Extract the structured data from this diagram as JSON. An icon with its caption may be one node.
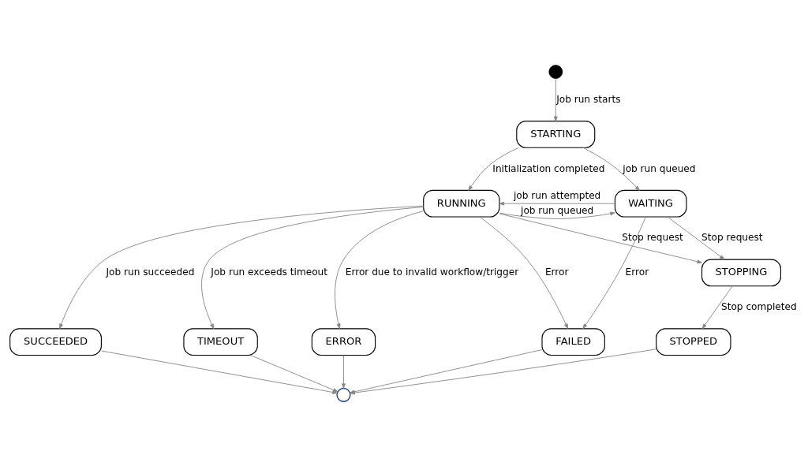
{
  "diagram": {
    "nodes": [
      {
        "text": [],
        "shape": "circle"
      },
      {
        "text": [
          "STARTING"
        ]
      },
      {
        "text": [
          "RUNNING"
        ]
      },
      {
        "text": [
          "WAITING"
        ]
      },
      {
        "text": [
          "STOPPING"
        ]
      },
      {
        "text": [
          "SUCCEEDED"
        ]
      },
      {
        "text": [
          "STOPPED"
        ]
      },
      {
        "text": [
          "FAILED"
        ]
      },
      {
        "text": [
          "TIMEOUT"
        ]
      },
      {
        "text": [
          "ERROR"
        ]
      },
      {
        "text": [],
        "shape": "circle"
      }
    ],
    "edges": [
      {
        "from": 0,
        "to": 1,
        "arrow": "to",
        "label": "Job run starts"
      },
      {
        "from": 1,
        "to": 2,
        "arrow": "to",
        "label": "Initialization completed"
      },
      {
        "from": 1,
        "to": 3,
        "arrow": "to",
        "label": "job run queued"
      },
      {
        "from": 2,
        "to": 3,
        "arrow": "to",
        "label": "job run queued"
      },
      {
        "from": 3,
        "to": 2,
        "arrow": "to",
        "label": "job run attempted"
      },
      {
        "from": 2,
        "to": 4,
        "arrow": "to",
        "label": "Stop request"
      },
      {
        "from": 3,
        "to": 4,
        "arrow": "to",
        "label": "Stop request"
      },
      {
        "from": 3,
        "to": 7,
        "arrow": "to",
        "label": "Error"
      },
      {
        "from": 2,
        "to": 5,
        "arrow": "to",
        "label": "Job run succeeded"
      },
      {
        "from": 4,
        "to": 6,
        "arrow": "to",
        "label": "Stop completed"
      },
      {
        "from": 2,
        "to": 7,
        "arrow": "to",
        "label": "Error"
      },
      {
        "from": 2,
        "to": 8,
        "arrow": "to",
        "label": "Job run exceeds timeout"
      },
      {
        "from": 2,
        "to": 9,
        "arrow": "to",
        "label": "Error due to invalid workflow/trigger"
      },
      {
        "from": 5,
        "to": 10,
        "arrow": "to"
      },
      {
        "from": 6,
        "to": 10,
        "arrow": "to"
      },
      {
        "from": 7,
        "to": 10,
        "arrow": "to"
      },
      {
        "from": 8,
        "to": 10,
        "arrow": "to"
      },
      {
        "from": 9,
        "to": 10,
        "arrow": "to"
      }
    ]
  }
}
